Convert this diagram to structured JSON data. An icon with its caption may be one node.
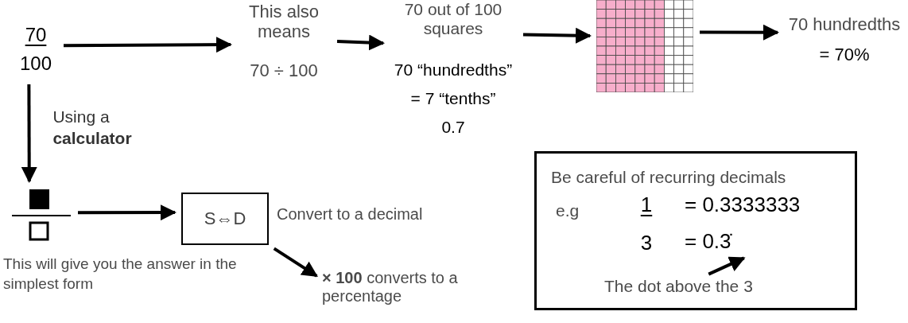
{
  "diagram": {
    "nodes": [
      {
        "text": [
          "70",
          "100"
        ]
      },
      {
        "text": [
          "This also means",
          "70 ÷ 100"
        ]
      },
      {
        "text": [
          "70 out of 100 squares",
          "70 “hundredths”",
          "= 7 “tenths”",
          "0.7"
        ]
      },
      {
        "text": [],
        "shape": "grid"
      },
      {
        "text": [
          "70 hundredths",
          "= 70%"
        ]
      },
      {
        "text": [],
        "shape": "fraction",
        "beside": [
          "This will give you the answer in the simplest form"
        ]
      },
      {
        "text": [
          "S⇔D"
        ],
        "beside": [
          "Convert to a decimal"
        ]
      },
      {
        "text": [
          "**× 100** converts to a percentage"
        ]
      },
      {
        "text": [
          "Be careful of recurring decimals",
          "e.g",
          "1",
          "3",
          "= 0.3333333"
        ]
      },
      {
        "text": [
          "= 0.3̇"
        ],
        "in": 8
      },
      {
        "text": [
          "The dot above the 3"
        ],
        "in": 8
      }
    ],
    "edges": [
      {
        "from": 0,
        "to": 1,
        "arrow": "to"
      },
      {
        "from": 1,
        "to": 2,
        "arrow": "to"
      },
      {
        "from": 2,
        "to": 3,
        "arrow": "to"
      },
      {
        "from": 3,
        "to": 4,
        "arrow": "to"
      },
      {
        "from": 0,
        "to": 5,
        "arrow": "to",
        "label": "Using a **calculator**"
      },
      {
        "from": 5,
        "to": 6,
        "arrow": "to"
      },
      {
        "from": 6,
        "to": 7,
        "arrow": "to"
      },
      {
        "from": 10,
        "to": 9,
        "arrow": "to"
      }
    ]
  }
}
